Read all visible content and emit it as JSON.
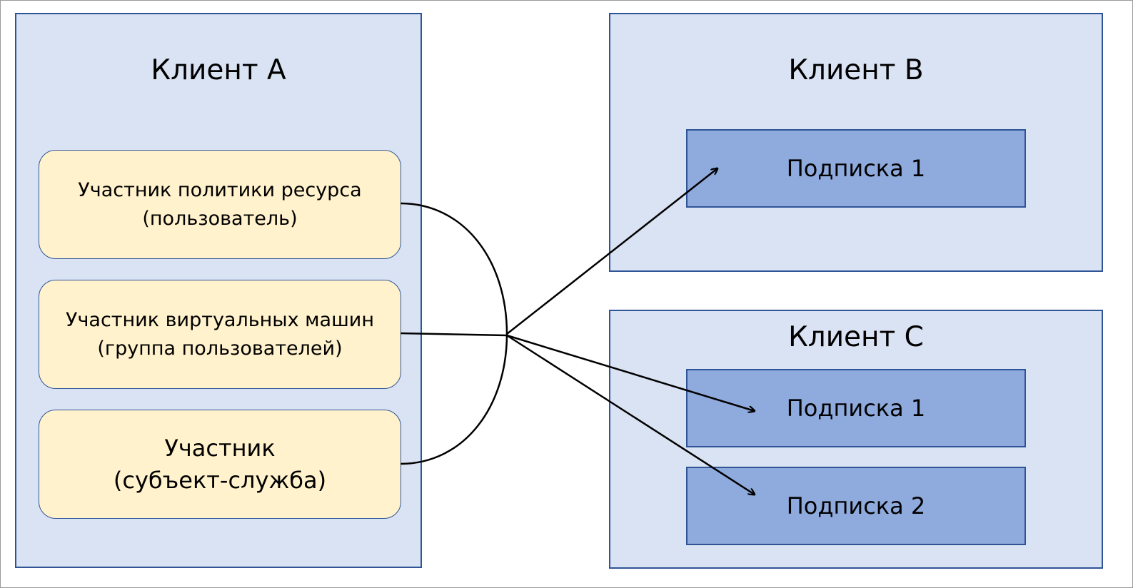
{
  "tenant_a": {
    "title": "Клиент A",
    "roles": [
      {
        "line1": "Участник политики ресурса",
        "line2": "(пользователь)"
      },
      {
        "line1": "Участник виртуальных машин",
        "line2": "(группа пользователей)"
      },
      {
        "line1": "Участник",
        "line2": "(субъект-служба)"
      }
    ]
  },
  "tenant_b": {
    "title": "Клиент B",
    "subscriptions": [
      {
        "label": "Подписка 1"
      }
    ]
  },
  "tenant_c": {
    "title": "Клиент C",
    "subscriptions": [
      {
        "label": "Подписка 1"
      },
      {
        "label": "Подписка 2"
      }
    ]
  },
  "colors": {
    "tenant_fill": "#dae3f3",
    "tenant_border": "#2f5597",
    "role_fill": "#fff2cc",
    "subscription_fill": "#8faadc",
    "connector": "#000000"
  }
}
